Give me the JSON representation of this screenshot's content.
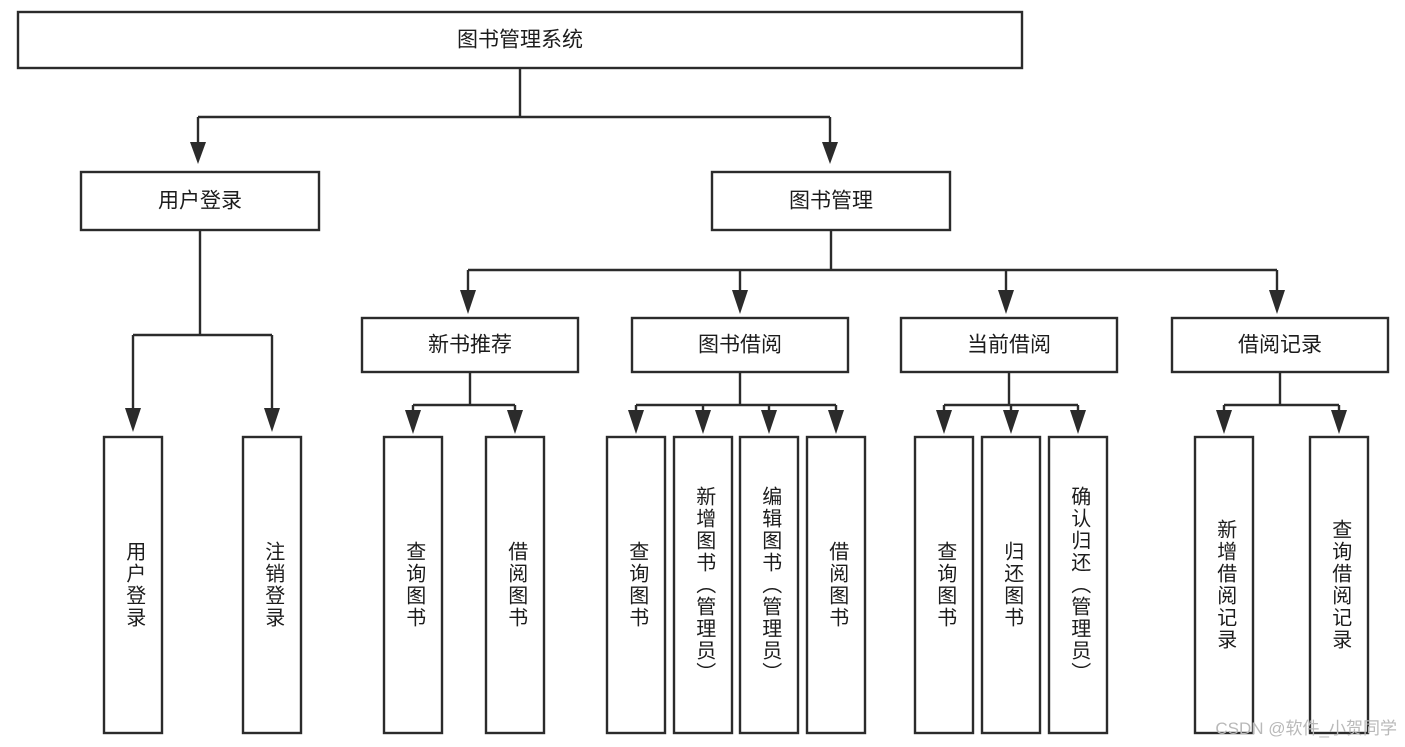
{
  "diagram": {
    "title": "图书管理系统",
    "type": "tree",
    "watermark": "CSDN @软件_小贺同学",
    "colors": {
      "box_stroke": "#2b2b2b",
      "box_fill": "#ffffff",
      "text": "#1c1c1c",
      "background": "#ffffff",
      "watermark": "#b9b9b9"
    },
    "root": {
      "label": "图书管理系统"
    },
    "level2": [
      {
        "label": "用户登录"
      },
      {
        "label": "图书管理"
      }
    ],
    "level3": [
      {
        "label": "新书推荐"
      },
      {
        "label": "图书借阅"
      },
      {
        "label": "当前借阅"
      },
      {
        "label": "借阅记录"
      }
    ],
    "leaves": {
      "user_login": [
        {
          "label": "用户登录"
        },
        {
          "label": "注销登录"
        }
      ],
      "new_book_recommend": [
        {
          "label": "查询图书"
        },
        {
          "label": "借阅图书"
        }
      ],
      "book_borrow": [
        {
          "label": "查询图书"
        },
        {
          "label": "新增图书（管理员）"
        },
        {
          "label": "编辑图书（管理员）"
        },
        {
          "label": "借阅图书"
        }
      ],
      "current_borrow": [
        {
          "label": "查询图书"
        },
        {
          "label": "归还图书"
        },
        {
          "label": "确认归还（管理员）"
        }
      ],
      "borrow_record": [
        {
          "label": "新增借阅记录"
        },
        {
          "label": "查询借阅记录"
        }
      ]
    }
  }
}
